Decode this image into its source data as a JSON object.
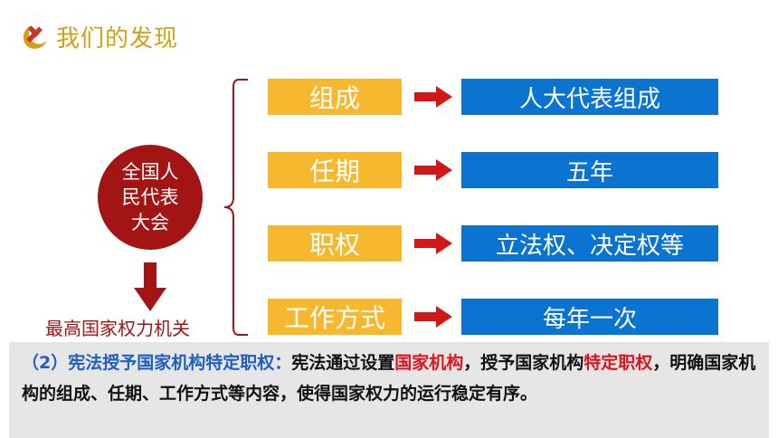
{
  "header": {
    "icon": "hammer-sickle-icon",
    "title": "我们的发现"
  },
  "circle": {
    "text": "全国人民代表大会"
  },
  "caption": "最高国家权力机关",
  "rows": [
    {
      "label": "组成",
      "value": "人大代表组成"
    },
    {
      "label": "任期",
      "value": "五年"
    },
    {
      "label": "职权",
      "value": "立法权、决定权等"
    },
    {
      "label": "工作方式",
      "value": "每年一次"
    }
  ],
  "note": {
    "part1": "（2）宪法授予国家机构特定职权：",
    "part2": "宪法通过设置",
    "part3": "国家机构",
    "part4": "，授予国家机构",
    "part5": "特定职权",
    "part6": "，明确国家机构的组成、任期、工作方式等内容，使得国家权力的运行稳定有序。"
  },
  "colors": {
    "accent_gold": "#d4a017",
    "dark_red": "#a31515",
    "label_orange": "#f5b82e",
    "value_blue": "#0b74d1",
    "arrow_red": "#d01818",
    "highlight_red": "#e0141e",
    "note_blue": "#1f5fbf"
  }
}
